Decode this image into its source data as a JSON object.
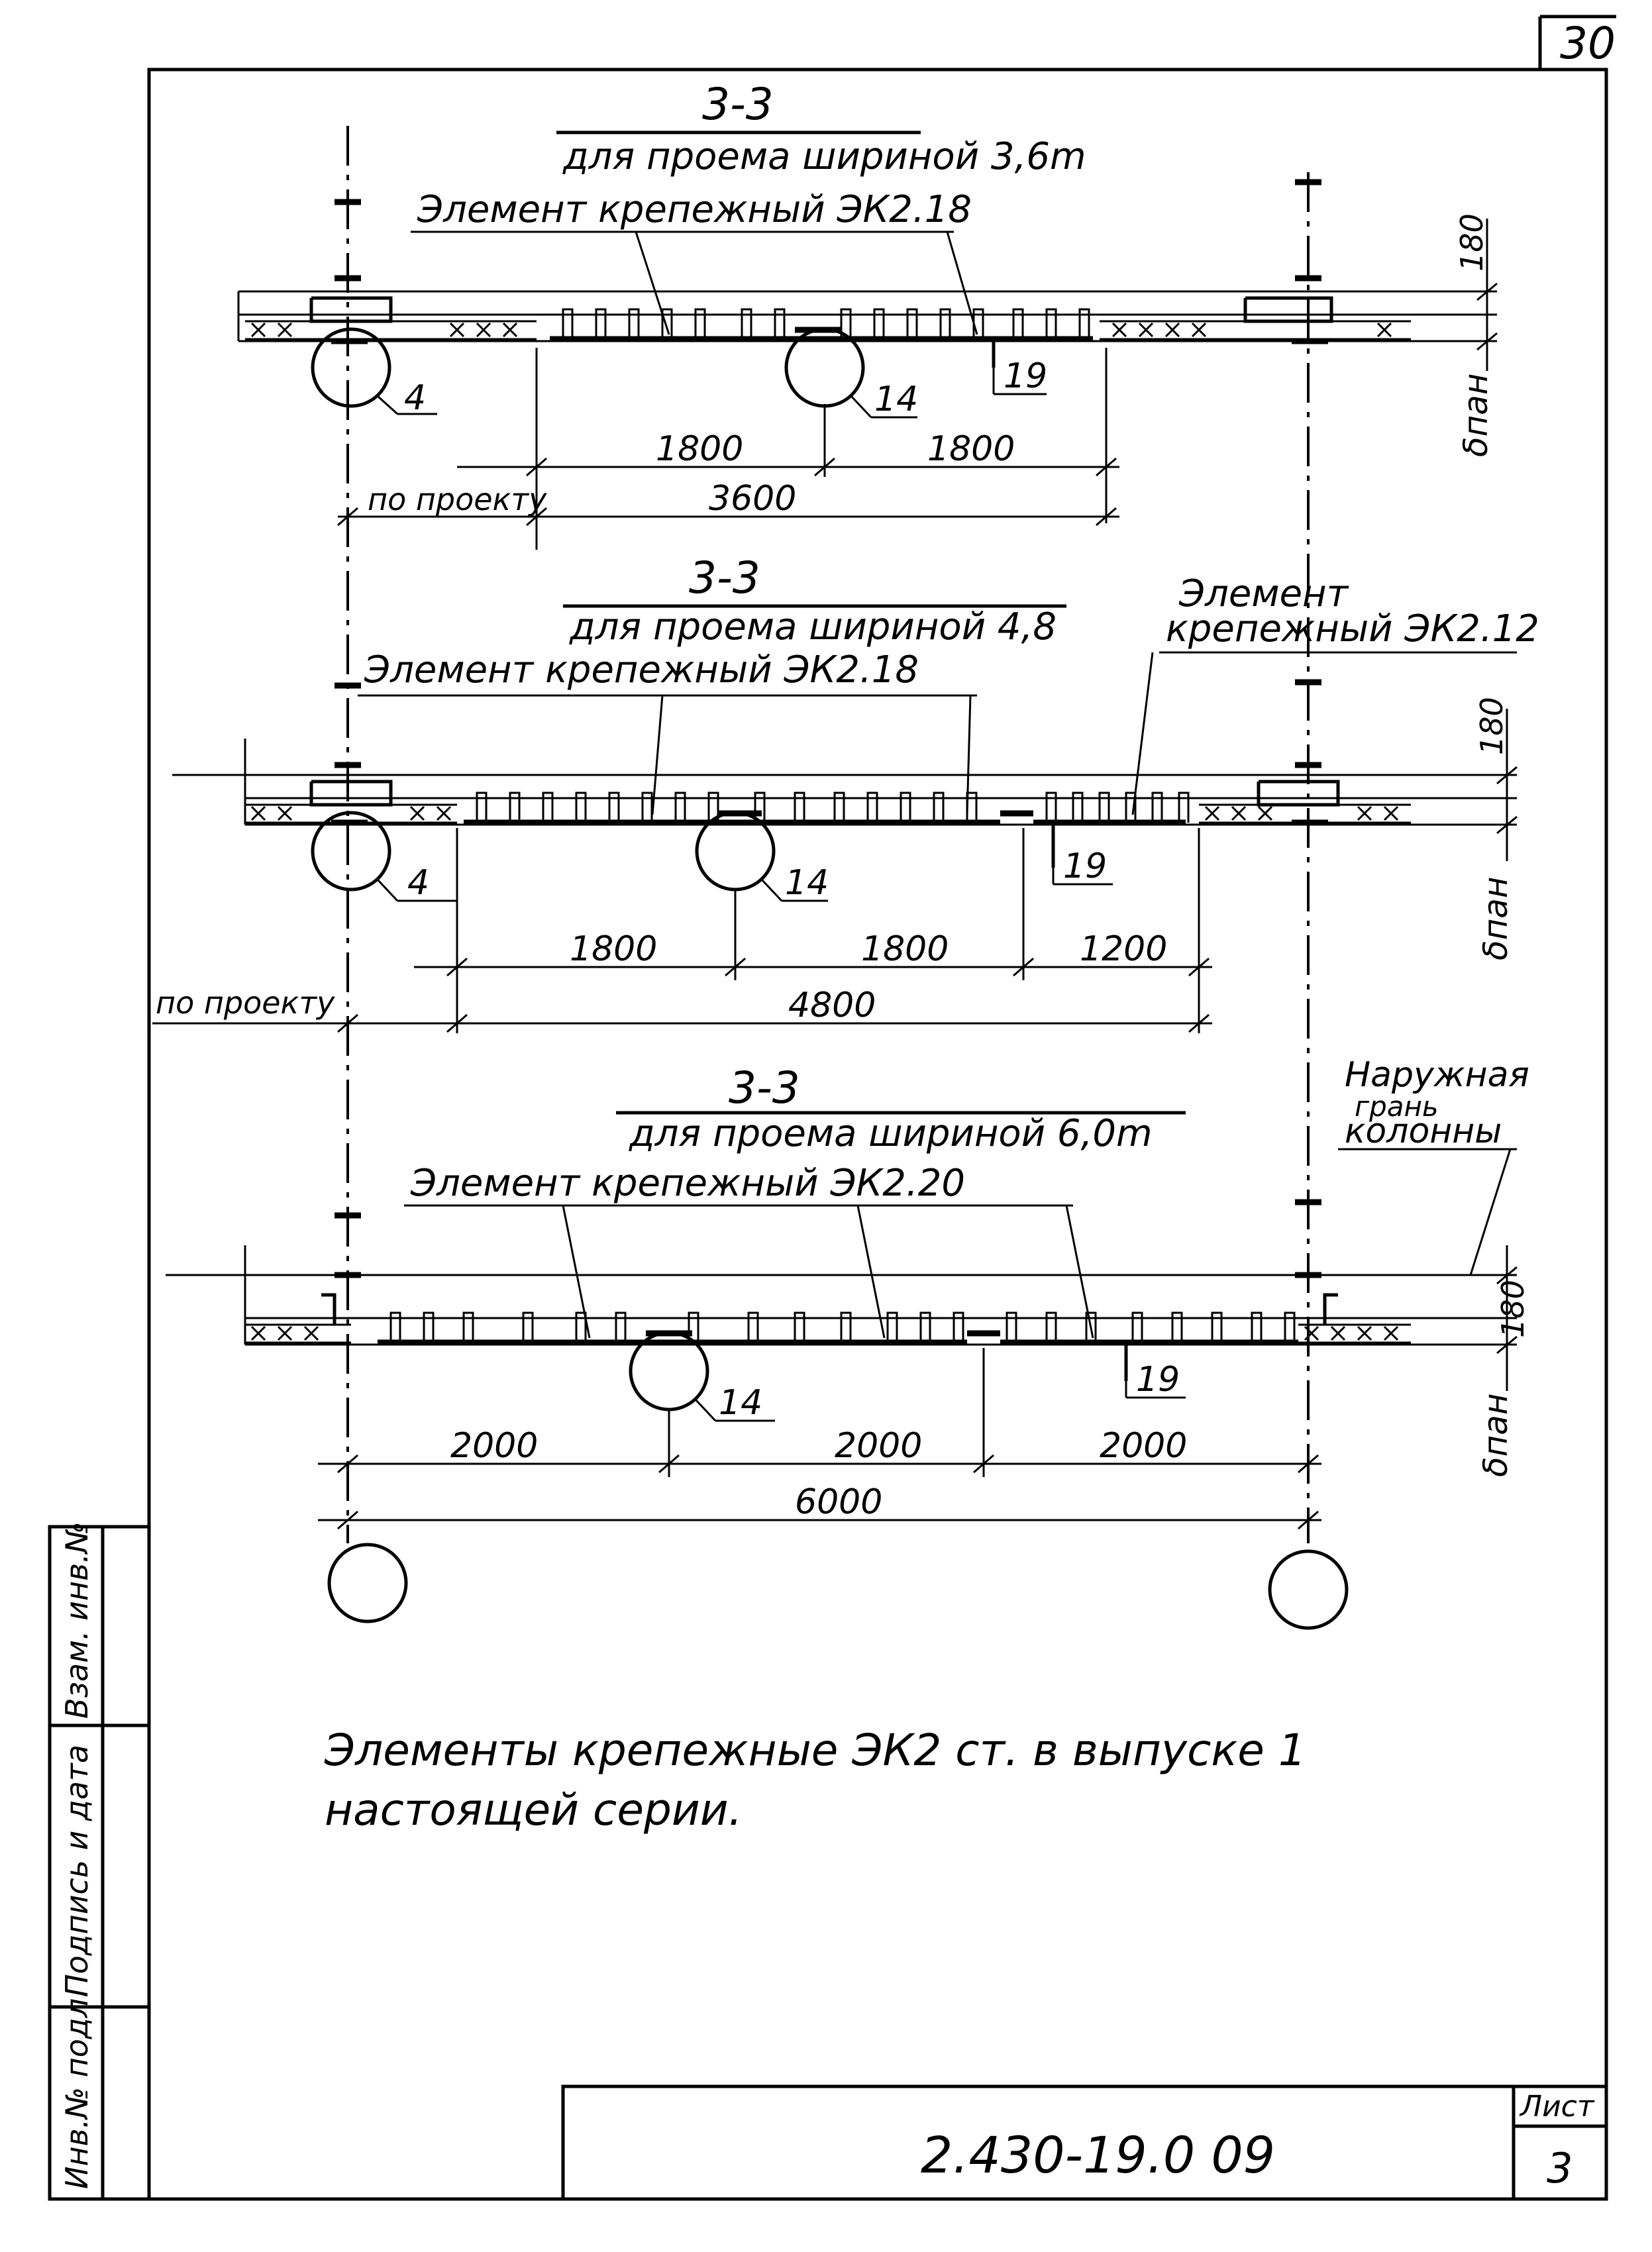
{
  "sheet_corner_number": "30",
  "section1": {
    "title": "3-3",
    "subtitle": "для проема шириной 3,6m",
    "element_label": "Элемент крепежный ЭК2.18",
    "callouts": [
      "4",
      "14",
      "19"
    ],
    "dims_top": [
      "1800",
      "1800"
    ],
    "dims_bottom_left": "по проекту",
    "dims_bottom": "3600",
    "side_dim": "180",
    "side_label": "δпан"
  },
  "section2": {
    "title": "3-3",
    "subtitle": "для проема шириной 4,8",
    "element_label": "Элемент крепежный ЭК2.18",
    "element_label_2_line1": "Элемент",
    "element_label_2_line2": "крепежный ЭК2.12",
    "callouts": [
      "4",
      "14",
      "19"
    ],
    "dims_top": [
      "1800",
      "1800",
      "1200"
    ],
    "dims_bottom_left": "по проекту",
    "dims_bottom": "4800",
    "side_dim": "180",
    "side_label": "δпан"
  },
  "section3": {
    "title": "3-3",
    "subtitle": "для проема шириной 6,0m",
    "element_label": "Элемент крепежный ЭК2.20",
    "outer_label_line1": "Наружная",
    "outer_label_line2": "грань",
    "outer_label_line3": "колонны",
    "callouts": [
      "14",
      "19"
    ],
    "dims_top": [
      "2000",
      "2000",
      "2000"
    ],
    "dims_bottom": "6000",
    "side_dim": "180",
    "side_label": "δпан"
  },
  "note_line1": "Элементы крепежные ЭК2 ст. в выпуске 1",
  "note_line2": "настоящей серии.",
  "side_stamp": {
    "cell1": "Инв.№ подл.",
    "cell2": "Подпись и дата",
    "cell3": "Взам. инв.№"
  },
  "title_block": {
    "code": "2.430-19.0 09",
    "sheet_label": "Лист",
    "sheet_number": "3"
  }
}
